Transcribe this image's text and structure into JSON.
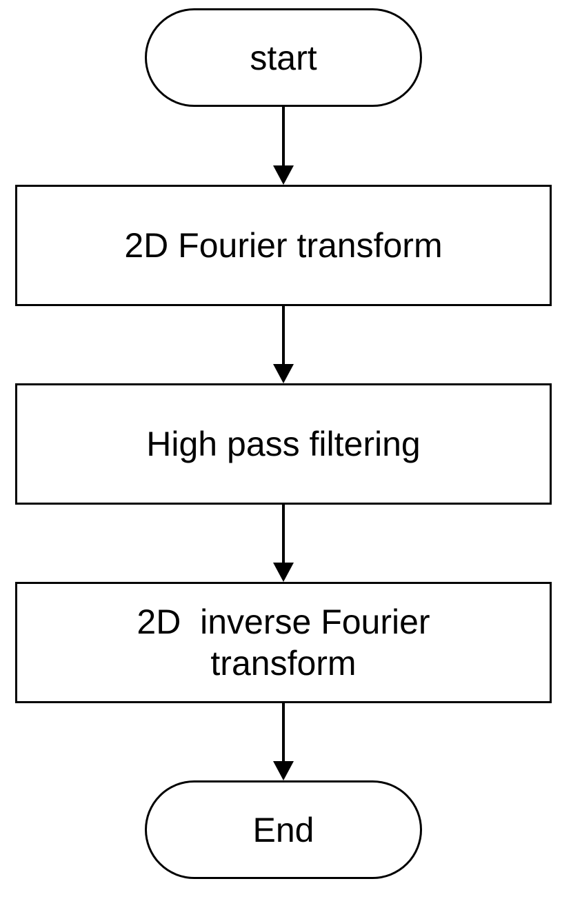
{
  "flowchart": {
    "start_label": "start",
    "steps": [
      {
        "label": "2D Fourier transform"
      },
      {
        "label": "High pass filtering"
      },
      {
        "label": "2D  inverse Fourier transform"
      }
    ],
    "end_label": "End"
  },
  "colors": {
    "stroke": "#000000",
    "fill": "#ffffff"
  }
}
